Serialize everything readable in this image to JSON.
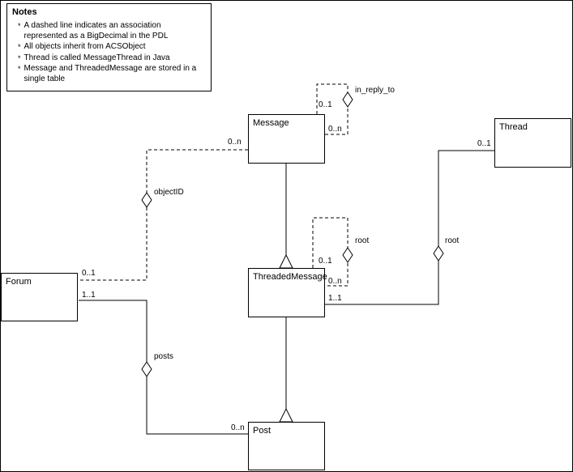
{
  "notes": {
    "title": "Notes",
    "bullet": "*",
    "items": [
      "A dashed line indicates an association represented as a BigDecimal in the PDL",
      "All objects inherit from ACSObject",
      "Thread is called MessageThread in Java",
      "Message and ThreadedMessage are stored in a single table"
    ]
  },
  "entities": {
    "message": "Message",
    "thread": "Thread",
    "threaded_message": "ThreadedMessage",
    "forum": "Forum",
    "post": "Post"
  },
  "associations": {
    "in_reply_to": {
      "label": "in_reply_to",
      "source_mult": "0..1",
      "target_mult": "0..n"
    },
    "root_self": {
      "label": "root",
      "source_mult": "0..1",
      "target_mult": "0..n"
    },
    "object_id": {
      "label": "objectID",
      "message_mult": "0..n",
      "forum_mult": "0..1"
    },
    "posts": {
      "label": "posts",
      "forum_mult": "1..1",
      "post_mult": "0..n"
    },
    "root_thread": {
      "label": "root",
      "thread_mult": "0..1",
      "threaded_message_mult": "1..1"
    }
  }
}
